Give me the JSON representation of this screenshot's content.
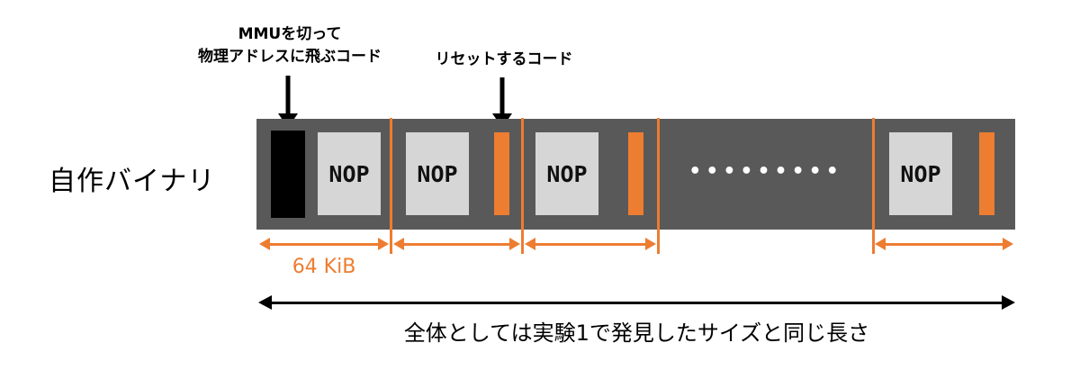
{
  "labels": {
    "binary": "自作バイナリ",
    "annotation_mmu_line1": "MMUを切って",
    "annotation_mmu_line2": "物理アドレスに飛ぶコード",
    "annotation_reset": "リセットするコード",
    "nop": "NOP",
    "dots": "•••••••••",
    "segment_size": "64 KiB",
    "total_caption": "全体としては実験1で発見したサイズと同じ長さ"
  },
  "colors": {
    "bar_background": "#595959",
    "nop_box": "#d6d6d6",
    "accent_orange": "#ED7D31",
    "code_block_black": "#000000",
    "dots_white": "#ffffff"
  }
}
